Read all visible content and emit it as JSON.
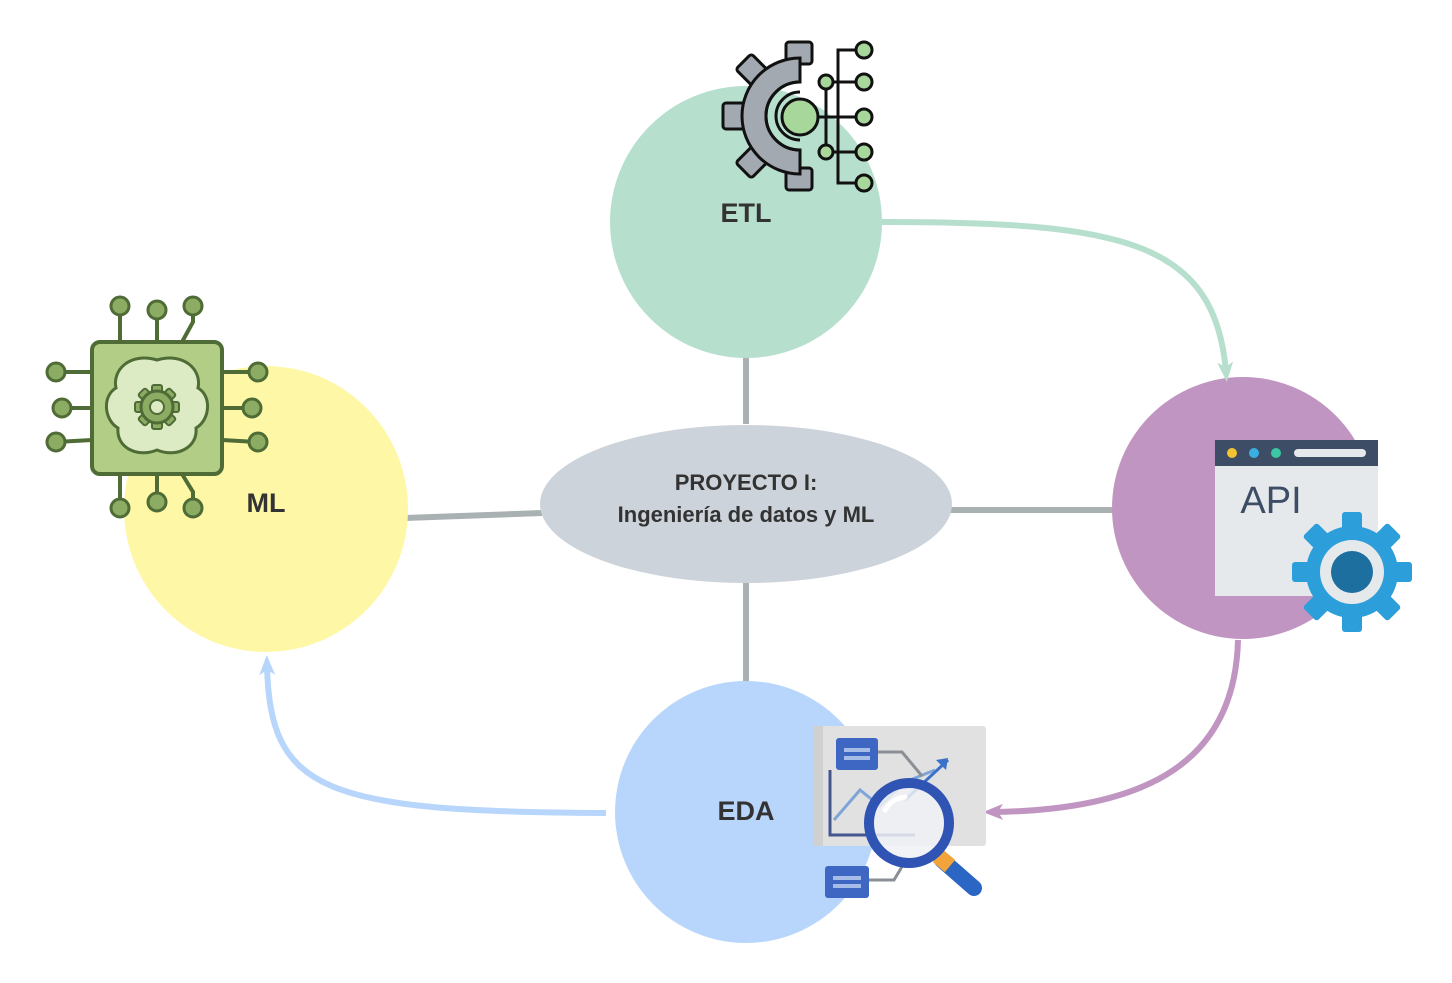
{
  "center": {
    "line1": "PROYECTO I:",
    "line2": "Ingeniería de datos y ML"
  },
  "nodes": {
    "etl": {
      "label": "ETL",
      "color": "#b7dfce",
      "icon": "gear-circuit-icon"
    },
    "api": {
      "label": "API",
      "color": "#c195c1",
      "icon": "api-window-gear-icon",
      "icon_text": "API"
    },
    "eda": {
      "label": "EDA",
      "color": "#b8d6fb",
      "icon": "chart-magnifier-icon"
    },
    "ml": {
      "label": "ML",
      "color": "#fef8a6",
      "icon": "brain-chip-icon"
    }
  },
  "colors": {
    "center_fill": "#cdd3da",
    "connector": "#a9b1b3",
    "arrow_etl_api": "#b7dfce",
    "arrow_api_eda": "#c195c1",
    "arrow_eda_ml": "#b8d6fb"
  },
  "flow": [
    "ETL",
    "API",
    "EDA",
    "ML"
  ]
}
